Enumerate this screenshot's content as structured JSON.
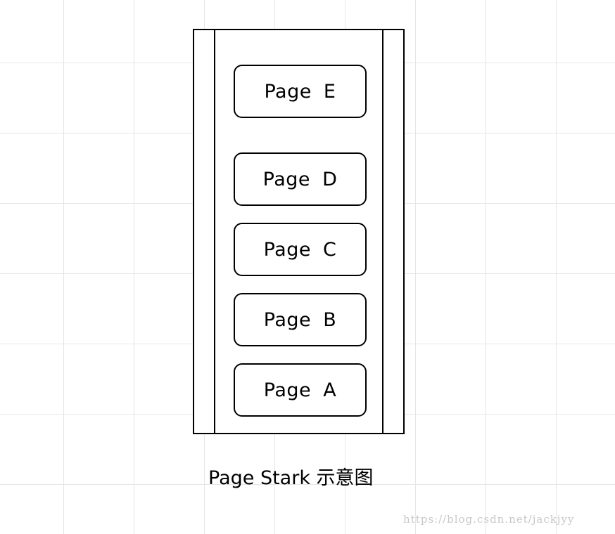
{
  "diagram": {
    "stack_pages": [
      "Page E",
      "Page D",
      "Page C",
      "Page B",
      "Page A"
    ],
    "caption": "Page Stark 示意图"
  },
  "watermark": "https://blog.csdn.net/jackjyy",
  "colors": {
    "background": "#ffffff",
    "grid": "#e6e6e6",
    "stroke": "#000000",
    "watermark": "#c8c8c8"
  }
}
